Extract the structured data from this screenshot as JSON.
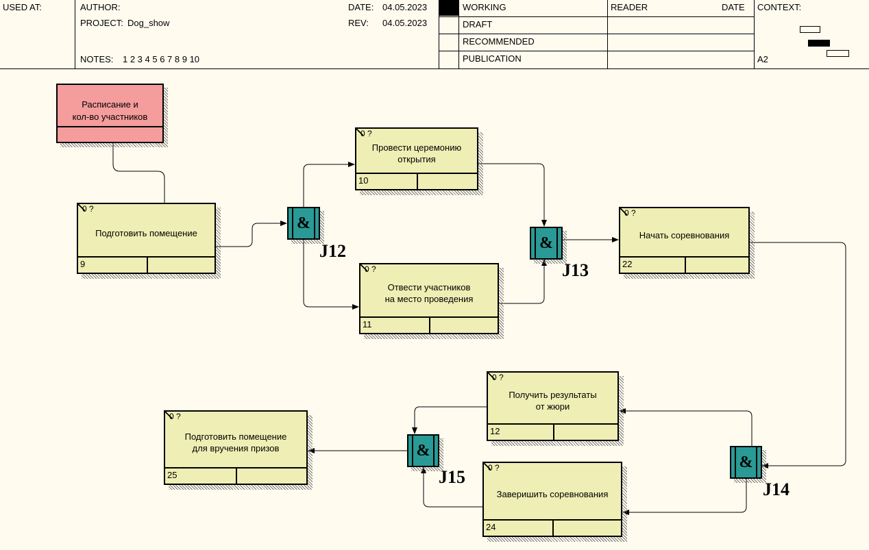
{
  "header": {
    "used_at_label": "USED AT:",
    "author_label": "AUTHOR:",
    "project_label": "PROJECT:",
    "project_value": "Dog_show",
    "notes_label": "NOTES:",
    "notes_values": "1 2 3 4 5 6 7 8 9 10",
    "date_label": "DATE:",
    "date_value": "04.05.2023",
    "rev_label": "REV:",
    "rev_value": "04.05.2023",
    "status_working": "WORKING",
    "status_draft": "DRAFT",
    "status_recommended": "RECOMMENDED",
    "status_publication": "PUBLICATION",
    "reader_label": "READER",
    "reader_date_label": "DATE",
    "context_label": "CONTEXT:",
    "node_label": "A2"
  },
  "diagram": {
    "referent": {
      "title_line1": "Расписание и",
      "title_line2": "кол-во участников"
    },
    "boxes": [
      {
        "key": "b9",
        "cost": "0 ?",
        "line1": "Подготовить помещение",
        "line2": "",
        "id": "9"
      },
      {
        "key": "b10",
        "cost": "0 ?",
        "line1": "Провести церемонию",
        "line2": "открытия",
        "id": "10"
      },
      {
        "key": "b11",
        "cost": "0 ?",
        "line1": "Отвести участников",
        "line2": "на место проведения",
        "id": "11"
      },
      {
        "key": "b22",
        "cost": "0 ?",
        "line1": "Начать соревнования",
        "line2": "",
        "id": "22"
      },
      {
        "key": "b12",
        "cost": "0 ?",
        "line1": "Получить результаты",
        "line2": "от жюри",
        "id": "12"
      },
      {
        "key": "b24",
        "cost": "0 ?",
        "line1": "Заверишить соревнования",
        "line2": "",
        "id": "24"
      },
      {
        "key": "b25",
        "cost": "0 ?",
        "line1": "Подготовить помещение",
        "line2": "для вручения призов",
        "id": "25"
      }
    ],
    "junctions": [
      {
        "key": "j12",
        "symbol": "&",
        "label": "J12"
      },
      {
        "key": "j13",
        "symbol": "&",
        "label": "J13"
      },
      {
        "key": "j14",
        "symbol": "&",
        "label": "J14"
      },
      {
        "key": "j15",
        "symbol": "&",
        "label": "J15"
      }
    ]
  },
  "colors": {
    "background": "#fffbef",
    "box": "#efeeb4",
    "referent": "#f59c9c",
    "junction": "#2a9a96"
  }
}
